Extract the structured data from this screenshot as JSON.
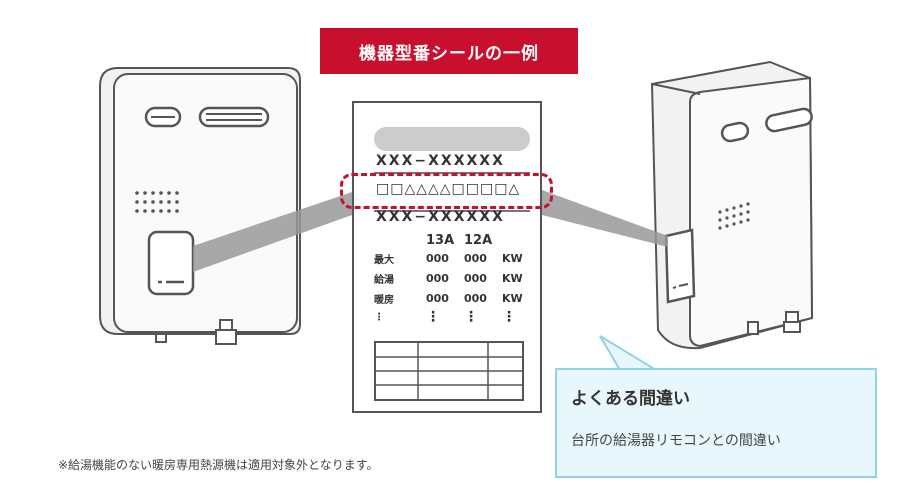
{
  "banner": {
    "text": "機器型番シールの一例"
  },
  "label_card": {
    "model_line_1": "XXX−XXXXXX",
    "model_line_2": "□□△△△△□□□□△",
    "model_line_3": "XXX−XXXXXX",
    "gas_types": [
      "13A",
      "12A"
    ],
    "rows": [
      {
        "label": "最大",
        "v1": "000",
        "v2": "000",
        "unit": "KW"
      },
      {
        "label": "給湯",
        "v1": "000",
        "v2": "000",
        "unit": "KW"
      },
      {
        "label": "暖房",
        "v1": "000",
        "v2": "000",
        "unit": "KW"
      }
    ],
    "ellipsis": "⋮"
  },
  "callout": {
    "title": "よくある間違い",
    "body": "台所の給湯器リモコンとの間違い"
  },
  "footnote": "※給湯機能のない暖房専用熱源機は適用対象外となります。",
  "colors": {
    "accent": "#c8102e",
    "callout_bg": "#e8f7fb",
    "callout_border": "#8fd3e6"
  }
}
